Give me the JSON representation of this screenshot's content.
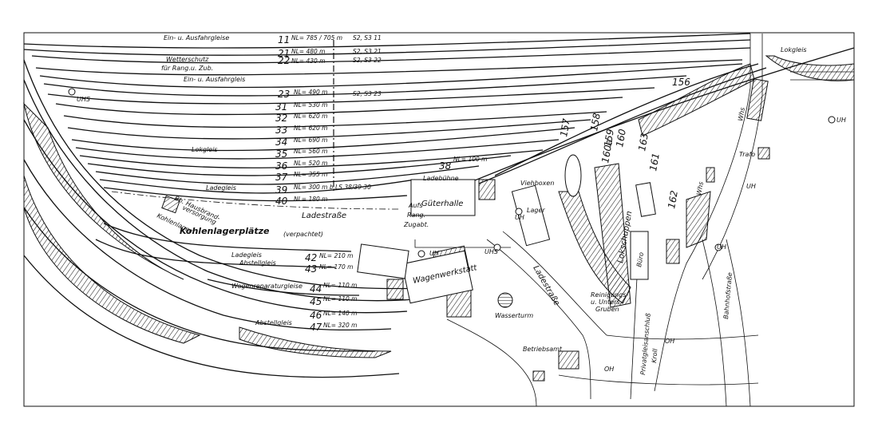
{
  "tracks": [
    {
      "no": "11",
      "nl": "NL= 785 / 705 m",
      "signal": "S2, S3 11"
    },
    {
      "no": "21",
      "nl": "NL= 480 m",
      "signal": "S2, S3 21"
    },
    {
      "no": "22",
      "nl": "NL= 430 m",
      "signal": "S2, S3 22"
    },
    {
      "no": "23",
      "nl": "NL= 490 m",
      "signal": "S2, S3 23"
    },
    {
      "no": "31",
      "nl": "NL= 530 m"
    },
    {
      "no": "32",
      "nl": "NL= 620 m"
    },
    {
      "no": "33",
      "nl": "NL= 620 m"
    },
    {
      "no": "34",
      "nl": "NL= 690 m"
    },
    {
      "no": "35",
      "nl": "NL= 560 m"
    },
    {
      "no": "36",
      "nl": "NL= 520 m"
    },
    {
      "no": "37",
      "nl": "NL= 355 m"
    },
    {
      "no": "39",
      "nl": "NL= 300 m b.LS 38/39 30"
    },
    {
      "no": "40",
      "nl": "NL= 180 m"
    },
    {
      "no": "42",
      "nl": "NL= 210 m"
    },
    {
      "no": "43",
      "nl": "NL= 170 m"
    },
    {
      "no": "44",
      "nl": "NL= 110 m"
    },
    {
      "no": "45",
      "nl": "NL= 110 m"
    },
    {
      "no": "46",
      "nl": "NL= 140 m"
    },
    {
      "no": "47",
      "nl": "NL= 320 m"
    }
  ],
  "track38": {
    "no": "38",
    "nl": "NL= 100 m",
    "name": "Ladebühne"
  },
  "labels": {
    "einfahr1": "Ein- u. Ausfahrgleise",
    "wetterschutz": "Wetterschutz",
    "rangzub": "für Rang.u. Zub.",
    "einfahr2": "Ein- u. Ausfahrgleis",
    "lokgleis": "Lokgleis",
    "lokgleis_top": "Lokgleis",
    "ladegleis": "Ladegleis",
    "ladestrasse": "Ladestraße",
    "ladestrasse2": "Ladestraße",
    "kohlenlager": "Kohlenlagerplätze",
    "verpachtet": "(verpachtet)",
    "hausbrand": "Bh. Hausbrand-",
    "versorgung": "versorgung",
    "kohlenlager2": "Kohlenlager",
    "ladegleis2": "Ladegleis",
    "abstellgleis": "Abstellgleis",
    "wagenrep": "Wagenreparaturgleise",
    "abstellgleis2": "Abstellgleis",
    "gueterhalle": "Güterhalle",
    "aufs": "Aufs",
    "rang": "Rang.",
    "zugabt": "Zugabt.",
    "wagenwerkstatt": "Wagenwerkstatt",
    "wasserturm": "Wasserturm",
    "betriebsamt": "Betriebsamt",
    "lokschuppen": "Lokschuppen",
    "viehboxen": "Viehboxen",
    "lager": "Lager",
    "reinigung1": "Reinigungs-",
    "reinigung2": "u. Unters.-",
    "reinigung3": "Gruben",
    "buero": "Büro",
    "trafo": "Trafo",
    "bahnhofstrasse": "Bahnhofstraße",
    "privatgleis": "Privatgleisanschluß",
    "kroll": "Kroll",
    "whs": "Whs",
    "uh": "UH",
    "uhs": "UHS",
    "oh": "OH",
    "tracks_r": [
      "156",
      "157",
      "158",
      "159",
      "160",
      "160a",
      "161",
      "162",
      "163"
    ]
  }
}
